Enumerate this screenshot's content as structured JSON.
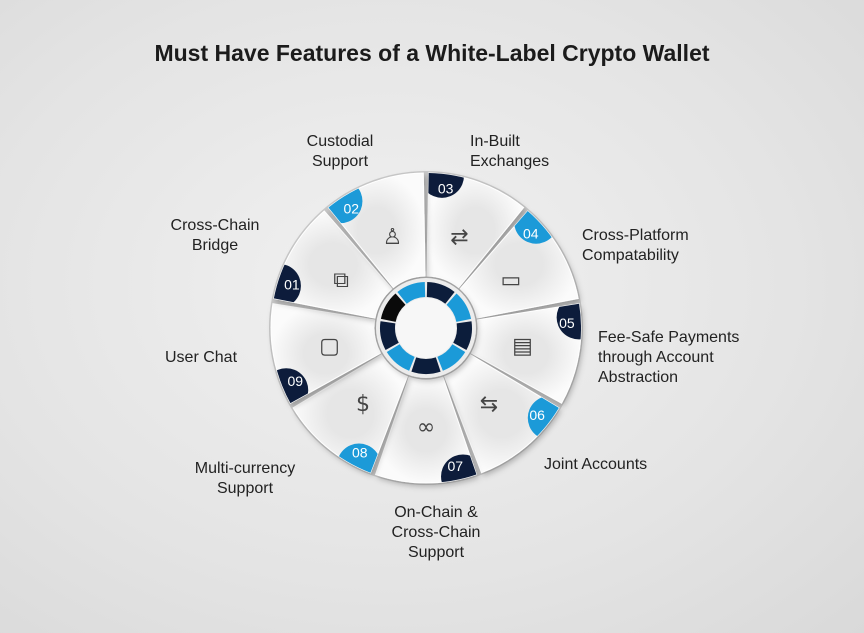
{
  "title": "Must Have Features of a White-Label Crypto Wallet",
  "colors": {
    "dark": "#0c1d3b",
    "blue": "#1b9ad8",
    "black": "#0a0a0a",
    "slice": "#f4f4f4"
  },
  "features": [
    {
      "num": "03",
      "label": "In-Built\nExchanges",
      "icon": "exchange-icon",
      "badge": "dark"
    },
    {
      "num": "04",
      "label": "Cross-Platform\nCompatability",
      "icon": "devices-icon",
      "badge": "blue"
    },
    {
      "num": "05",
      "label": "Fee-Safe Payments\nthrough Account\nAbstraction",
      "icon": "card-shield-icon",
      "badge": "dark"
    },
    {
      "num": "06",
      "label": "Joint Accounts",
      "icon": "users-exchange-icon",
      "badge": "blue"
    },
    {
      "num": "07",
      "label": "On-Chain &\nCross-Chain\nSupport",
      "icon": "chain-link-icon",
      "badge": "dark"
    },
    {
      "num": "08",
      "label": "Multi-currency\nSupport",
      "icon": "coins-hand-icon",
      "badge": "blue"
    },
    {
      "num": "09",
      "label": "User Chat",
      "icon": "chat-icon",
      "badge": "dark"
    },
    {
      "num": "01",
      "label": "Cross-Chain\nBridge",
      "icon": "bridge-icon",
      "badge": "dark"
    },
    {
      "num": "02",
      "label": "Custodial\nSupport",
      "icon": "custody-hands-icon",
      "badge": "blue"
    }
  ],
  "ring": [
    "dark",
    "blue",
    "dark",
    "blue",
    "dark",
    "blue",
    "dark",
    "black",
    "blue"
  ]
}
